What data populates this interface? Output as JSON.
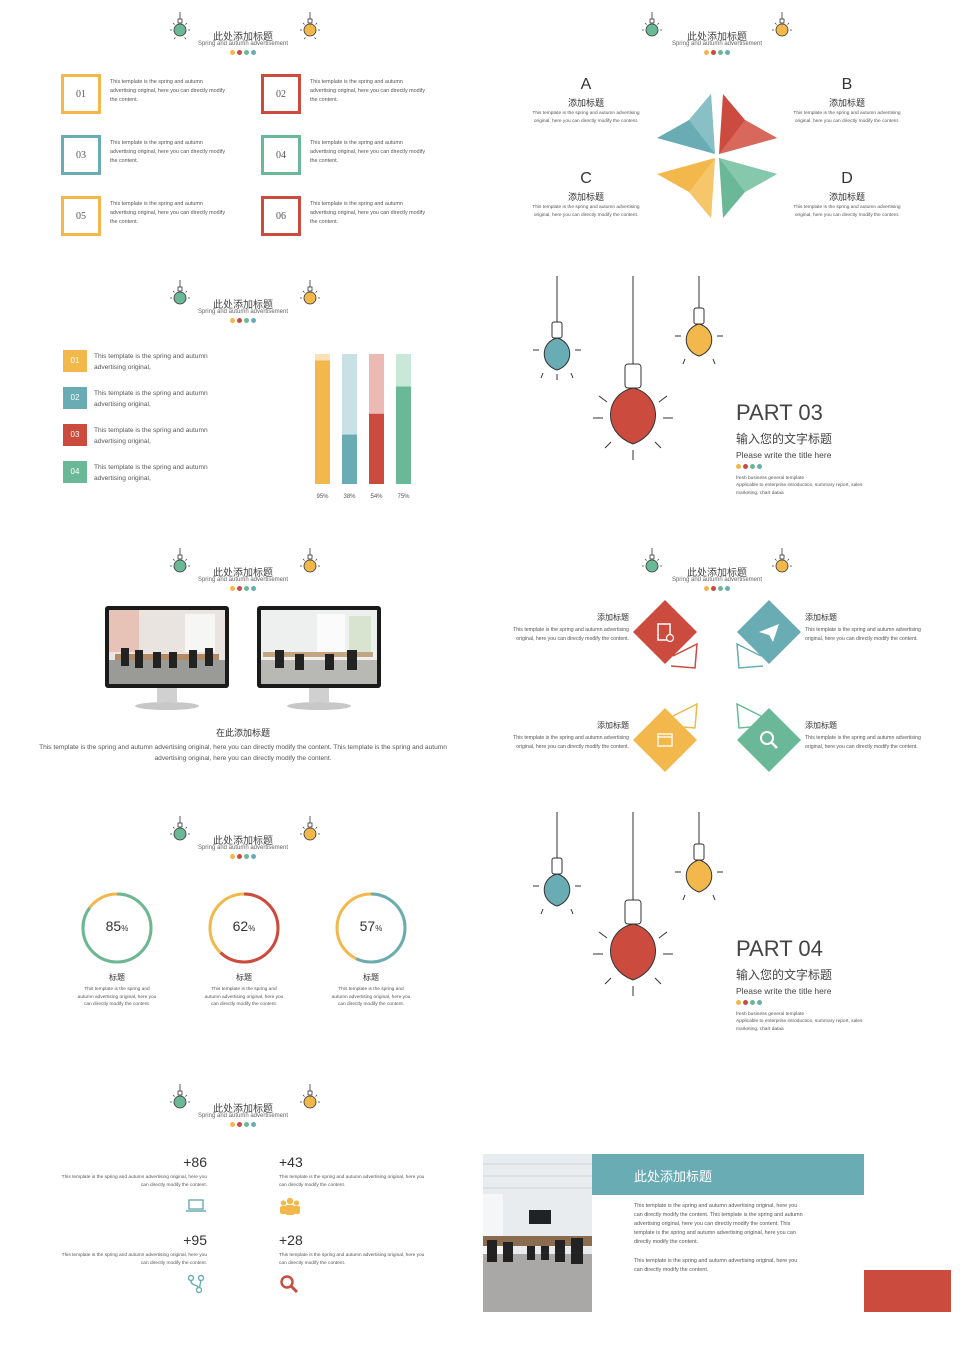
{
  "colors": {
    "yellow": "#f2b84b",
    "red": "#cb4b3e",
    "teal": "#6aacb4",
    "green": "#6ab898",
    "ink": "#333333"
  },
  "header": {
    "title": "此处添加标题",
    "subtitle": "Spring and autumn advertisement"
  },
  "s1": {
    "items": [
      {
        "num": "01",
        "text": "This template is the spring and autumn advertising original, here you can directly modify the content."
      },
      {
        "num": "02",
        "text": "This template is the spring and autumn advertising original, here you can directly modify the content."
      },
      {
        "num": "03",
        "text": "This template is the spring and autumn advertising original, here you can directly modify the content."
      },
      {
        "num": "04",
        "text": "This template is the spring and autumn advertising original, here you can directly modify the content."
      },
      {
        "num": "05",
        "text": "This template is the spring and autumn advertising original, here you can directly modify the content."
      },
      {
        "num": "06",
        "text": "This template is the spring and autumn advertising original, here you can directly modify the content."
      }
    ]
  },
  "s2": {
    "items": [
      {
        "letter": "A",
        "title": "添加标题",
        "text": "This template is the spring and autumn advertising original, here you can directly modify the content."
      },
      {
        "letter": "B",
        "title": "添加标题",
        "text": "This template is the spring and autumn advertising original, here you can directly modify the content."
      },
      {
        "letter": "C",
        "title": "添加标题",
        "text": "This template is the spring and autumn advertising original, here you can directly modify the content."
      },
      {
        "letter": "D",
        "title": "添加标题",
        "text": "This template is the spring and autumn advertising original, here you can directly modify the content."
      }
    ]
  },
  "s3": {
    "items": [
      {
        "num": "01",
        "text": "This template is the spring and autumn advertising original,"
      },
      {
        "num": "02",
        "text": "This template is the spring and autumn advertising original,"
      },
      {
        "num": "03",
        "text": "This template is the spring and autumn advertising original,"
      },
      {
        "num": "04",
        "text": "This template is the spring and autumn advertising original,"
      }
    ]
  },
  "chart_data": {
    "type": "bar",
    "categories": [
      "95%",
      "38%",
      "54%",
      "75%"
    ],
    "values": [
      95,
      38,
      54,
      75
    ],
    "ylim": [
      0,
      100
    ]
  },
  "s4": {
    "part": "PART 03",
    "title": "输入您的文字标题",
    "subtitle": "Please write the title here",
    "line1": "fresh business general template",
    "line2": "Applicable to enterprise introduction, summary report, sales marketing, chart dataa"
  },
  "s5": {
    "title": "在此添加标题",
    "text": "This template is the spring and autumn advertising original, here you can directly modify the content. This template is the spring and autumn advertising original, here you can directly modify the content."
  },
  "s6": {
    "items": [
      {
        "title": "添加标题",
        "text": "This template is the spring and autumn advertising original, here you can directly modify the content."
      },
      {
        "title": "添加标题",
        "text": "This template is the spring and autumn advertising original, here you can directly modify the content."
      },
      {
        "title": "添加标题",
        "text": "This template is the spring and autumn advertising original, here you can directly modify the content."
      },
      {
        "title": "添加标题",
        "text": "This template is the spring and autumn advertising original, here you can directly modify the content."
      }
    ]
  },
  "s7": {
    "items": [
      {
        "value": 85,
        "num": "85",
        "unit": "%",
        "title": "标题",
        "text": "This template is the spring and autumn advertising original, here you can directly modify the content."
      },
      {
        "value": 62,
        "num": "62",
        "unit": "%",
        "title": "标题",
        "text": "This template is the spring and autumn advertising original, here you can directly modify the content."
      },
      {
        "value": 57,
        "num": "57",
        "unit": "%",
        "title": "标题",
        "text": "This template is the spring and autumn advertising original, here you can directly modify the content."
      }
    ]
  },
  "s8": {
    "part": "PART 04",
    "title": "输入您的文字标题",
    "subtitle": "Please write the title here",
    "line1": "fresh business general template",
    "line2": "Applicable to enterprise introduction, summary report, sales marketing, chart dataa"
  },
  "s9": {
    "items": [
      {
        "num": "+86",
        "text": "This template is the spring and autumn advertising original, here you can directly modify the content."
      },
      {
        "num": "+43",
        "text": "This template is the spring and autumn advertising original, here you can directly modify the content."
      },
      {
        "num": "+95",
        "text": "This template is the spring and autumn advertising original, here you can directly modify the content."
      },
      {
        "num": "+28",
        "text": "This template is the spring and autumn advertising original, here you can directly modify the content."
      }
    ]
  },
  "s10": {
    "title": "此处添加标题",
    "text": "This template is the spring and autumn advertising original, here you can directly modify the content. This template is the spring and autumn advertising original, here you can directly modify the content. This template is the spring and autumn advertising original, here you can directly modify the content.",
    "text2": "This template is the spring and autumn advertising original, here you can directly modify the content."
  }
}
